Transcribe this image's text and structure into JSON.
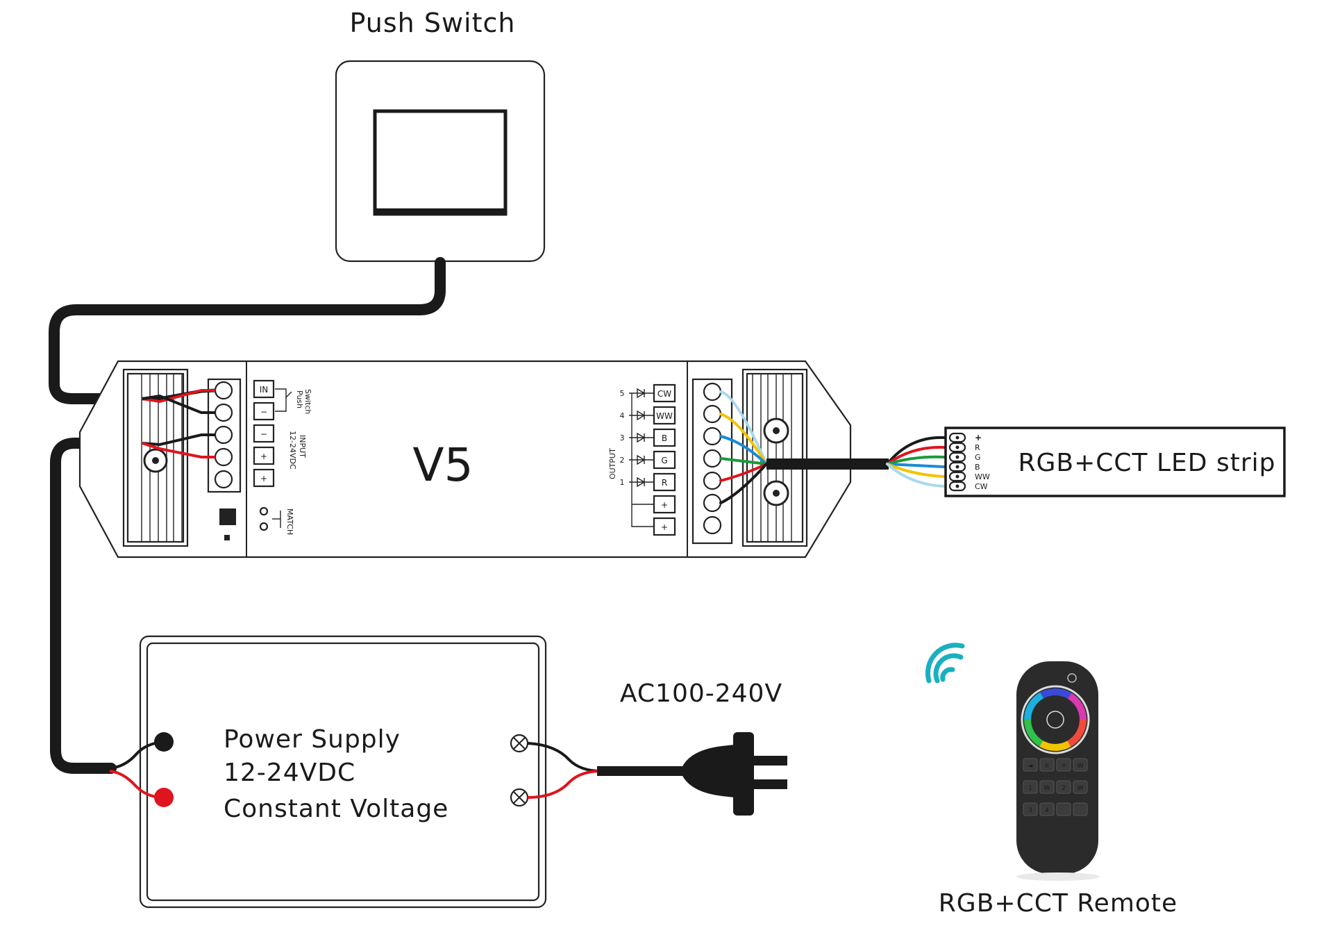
{
  "labels": {
    "push_switch": "Push Switch",
    "controller_model": "V5",
    "led_strip": "RGB+CCT LED strip",
    "power_supply_line1": "Power Supply",
    "power_supply_line2": "12-24VDC",
    "power_supply_line3": "Constant Voltage",
    "ac_input": "AC100-240V",
    "remote": "RGB+CCT Remote"
  },
  "input_terminals": {
    "header_switch": "Switch",
    "header_push": "Push",
    "header_input": "INPUT",
    "header_voltage": "12-24VDC",
    "match": "MATCH",
    "pins": [
      "IN",
      "−",
      "−",
      "+",
      "+"
    ]
  },
  "output_terminals": {
    "header": "OUTPUT",
    "pins": [
      "CW",
      "WW",
      "B",
      "G",
      "R",
      "+",
      "+"
    ],
    "channel_numbers": [
      "5",
      "4",
      "3",
      "2",
      "1"
    ]
  },
  "strip_pins": [
    "+",
    "R",
    "G",
    "B",
    "WW",
    "CW"
  ],
  "remote_keys": [
    "◄",
    "II",
    "☼",
    "W",
    "1",
    "W",
    "2",
    "W",
    "3",
    "4"
  ],
  "colors": {
    "wire_black": "#1a1a1a",
    "wire_red": "#e0141e",
    "wire_green": "#1a9a3a",
    "wire_blue": "#1a8ad8",
    "wire_yellow": "#f2c400",
    "wire_lightblue": "#a8d8ee",
    "signal_teal": "#1ab0c0",
    "remote_body": "#2b2b2b"
  }
}
